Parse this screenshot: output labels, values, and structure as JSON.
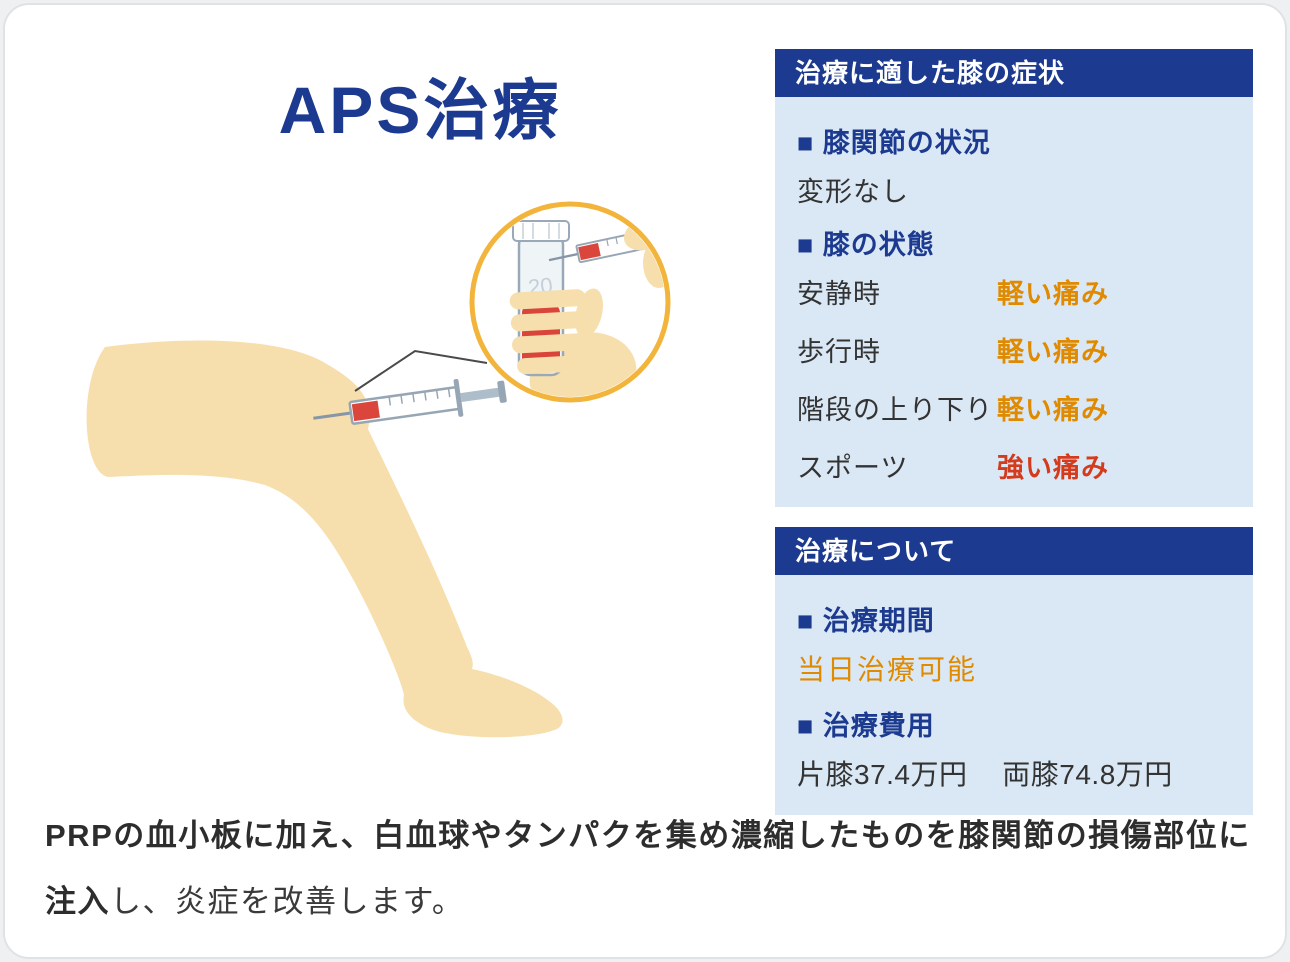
{
  "page": {
    "title": "APS治療"
  },
  "symptoms_panel": {
    "header": "治療に適した膝の症状",
    "joint_condition_label": "■ 膝関節の状況",
    "joint_condition_value": "変形なし",
    "knee_state_label": "■ 膝の状態",
    "rows": [
      {
        "label": "安静時",
        "value": "軽い痛み"
      },
      {
        "label": "歩行時",
        "value": "軽い痛み"
      },
      {
        "label": "階段の上り下り",
        "value": "軽い痛み"
      },
      {
        "label": "スポーツ",
        "value": "強い痛み"
      }
    ]
  },
  "treatment_panel": {
    "header": "治療について",
    "period_label": "■ 治療期間",
    "period_value": "当日治療可能",
    "cost_label": "■ 治療費用",
    "cost_value_left": "片膝37.4万円",
    "cost_value_right": "両膝74.8万円"
  },
  "description": {
    "bold_text": "PRPの血小板に加え、白血球やタンパクを集め濃縮したものを膝関節の損傷部位に注入",
    "normal_text": "し、炎症を改善します。"
  },
  "illustration": {
    "tube_label": "20"
  },
  "colors": {
    "primary_blue": "#1C3A8F",
    "panel_bg": "#DAE8F5",
    "mild_pain_orange": "#DF8A00",
    "strong_pain_red": "#D43A1C",
    "highlight_orange": "#DF8A00",
    "text_dark": "#333333",
    "skin": "#F6DFAD",
    "magnifier_ring_orange": "#F3B43C",
    "blood_red": "#D9453B"
  }
}
